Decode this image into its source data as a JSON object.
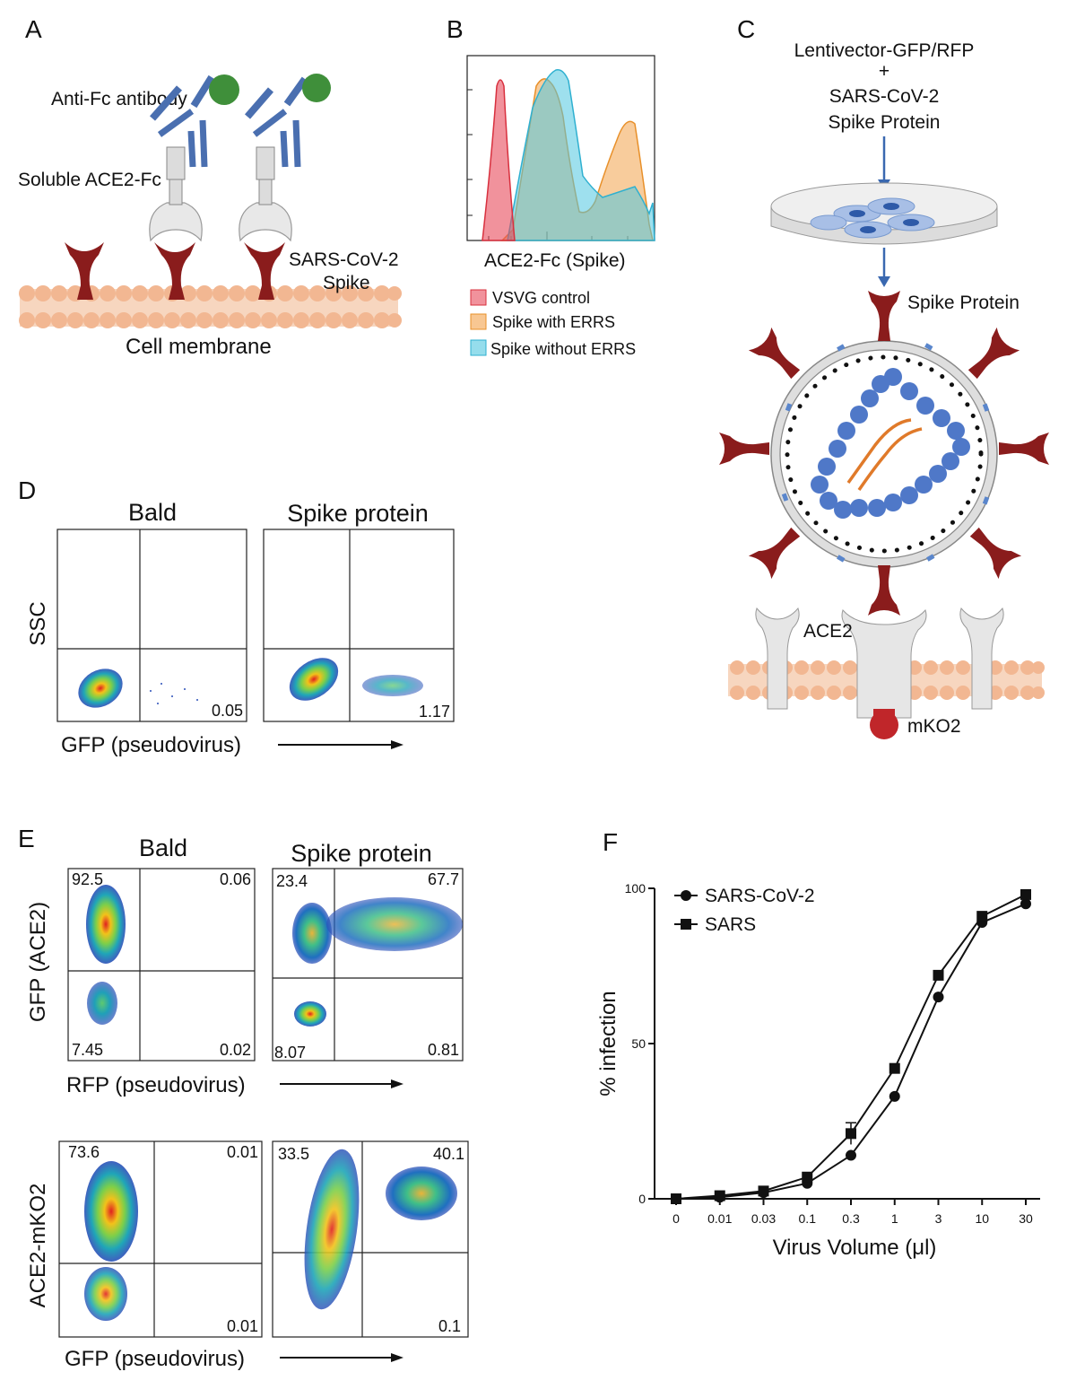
{
  "panels": {
    "A": {
      "letter": "A",
      "anti_fc": "Anti-Fc antibody",
      "soluble": "Soluble ACE2-Fc",
      "spike_1": "SARS-CoV-2",
      "spike_2": "Spike",
      "membrane": "Cell membrane"
    },
    "B": {
      "letter": "B",
      "xlabel": "ACE2-Fc (Spike)",
      "legend": [
        {
          "name": "VSVG control",
          "color": "#e8495a"
        },
        {
          "name": "Spike with ERRS",
          "color": "#f3a24a"
        },
        {
          "name": "Spike without ERRS",
          "color": "#4fc6e0"
        }
      ]
    },
    "C": {
      "letter": "C",
      "line1": "Lentivector-GFP/RFP",
      "plus": "+",
      "line2": "SARS-CoV-2",
      "line3": "Spike Protein",
      "spike_label": "Spike Protein",
      "ace2": "ACE2",
      "mko2": "mKO2"
    },
    "D": {
      "letter": "D",
      "title_left": "Bald",
      "title_right": "Spike protein",
      "ylabel": "SSC",
      "xlabel": "GFP (pseudovirus)",
      "left_value": "0.05",
      "right_value": "1.17"
    },
    "E": {
      "letter": "E",
      "title_left": "Bald",
      "title_right": "Spike protein",
      "top": {
        "ylabel": "GFP (ACE2)",
        "xlabel": "RFP (pseudovirus)",
        "left": {
          "ul": "92.5",
          "ur": "0.06",
          "ll": "7.45",
          "lr": "0.02"
        },
        "right": {
          "ul": "23.4",
          "ur": "67.7",
          "ll": "8.07",
          "lr": "0.81"
        }
      },
      "bottom": {
        "ylabel": "ACE2-mKO2",
        "xlabel": "GFP (pseudovirus)",
        "left": {
          "ul": "73.6",
          "ur": "0.01",
          "ll": "",
          "lr": "0.01"
        },
        "right": {
          "ul": "33.5",
          "ur": "40.1",
          "ll": "",
          "lr": "0.1"
        }
      }
    },
    "F": {
      "letter": "F"
    }
  },
  "chart_data": {
    "type": "line",
    "xlabel": "Virus Volume (μl)",
    "ylabel": "% infection",
    "x": [
      "0",
      "0.01",
      "0.03",
      "0.1",
      "0.3",
      "1",
      "3",
      "10",
      "30"
    ],
    "ylim": [
      0,
      100
    ],
    "yticks": [
      "0",
      "50",
      "100"
    ],
    "series": [
      {
        "name": "SARS-CoV-2",
        "marker": "circle",
        "values": [
          0,
          0.5,
          2,
          5,
          14,
          33,
          65,
          89,
          95
        ]
      },
      {
        "name": "SARS",
        "marker": "square",
        "values": [
          0,
          1,
          2.5,
          7,
          21,
          42,
          72,
          91,
          98
        ]
      }
    ],
    "legend_position": "top-left",
    "grid": false
  }
}
